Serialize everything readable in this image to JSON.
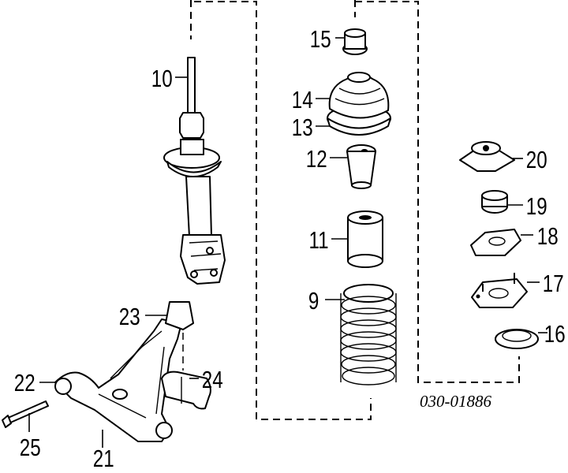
{
  "diagram": {
    "reference_code": "030-01886",
    "callouts": {
      "c9": "9",
      "c10": "10",
      "c11": "11",
      "c12": "12",
      "c13": "13",
      "c14": "14",
      "c15": "15",
      "c16": "16",
      "c17": "17",
      "c18": "18",
      "c19": "19",
      "c20": "20",
      "c21": "21",
      "c22": "22",
      "c23": "23",
      "c24": "24",
      "c25": "25"
    }
  }
}
